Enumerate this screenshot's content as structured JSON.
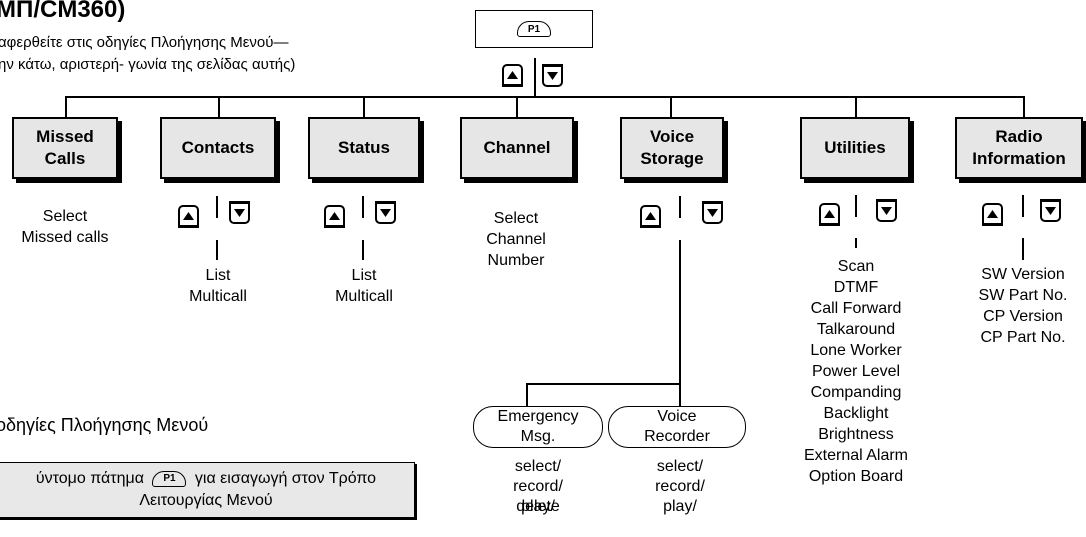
{
  "title": "ΜΠ/CM360)",
  "intro": {
    "line1": "αφερθείτε στις οδηγίες Πλοήγησης Μενού—",
    "line2": "ην κάτω,  αριστερή- γωνία της σελίδας αυτής)"
  },
  "p1_label": "P1",
  "menu": {
    "missed_calls": "Missed Calls",
    "contacts": "Contacts",
    "status": "Status",
    "channel": "Channel",
    "voice_storage": "Voice Storage",
    "utilities": "Utilities",
    "radio_information": "Radio Information"
  },
  "details": {
    "missed_calls": [
      "Select",
      "Missed calls"
    ],
    "contacts": [
      "List",
      "Multicall"
    ],
    "status": [
      "List",
      "Multicall"
    ],
    "channel": [
      "Select",
      "Channel",
      "Number"
    ],
    "utilities": [
      "Scan",
      "DTMF",
      "Call Forward",
      "Talkaround",
      "Lone Worker",
      "Power Level",
      "Companding",
      "Backlight",
      "Brightness",
      "External Alarm",
      "Option Board"
    ],
    "radio_information": [
      "SW Version",
      "SW Part No.",
      "CP Version",
      "CP Part No."
    ]
  },
  "voice_storage": {
    "emergency_msg": "Emergency Msg.",
    "voice_recorder": "Voice Recorder",
    "actions": [
      "select/",
      "record/",
      "play/",
      "delete"
    ]
  },
  "nav": {
    "heading": "οδηγίες Πλοήγησης Μενού",
    "text_before": "ύντομο πάτημα",
    "text_after": "για εισαγωγή στον Τρόπο",
    "line2": "Λειτουργίας Μενού"
  }
}
